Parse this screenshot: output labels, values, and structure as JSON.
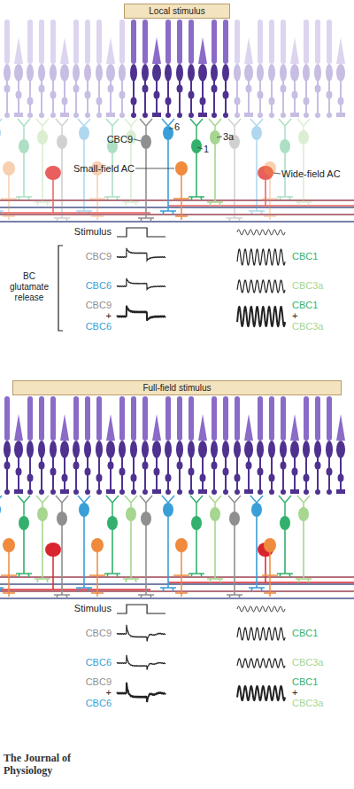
{
  "diagram": {
    "nodes": [
      {
        "text": [
          "Local stimulus"
        ]
      },
      {
        "text": [
          "Full-field stimulus"
        ]
      }
    ],
    "labels": [
      "CBC9",
      "6",
      "1",
      "3a",
      "Small-field AC",
      "Wide-field AC",
      "Stimulus",
      "CBC9",
      "CBC1",
      "CBC6",
      "CBC3a",
      "BC glutamate release",
      "CBC9",
      "+",
      "CBC6",
      "CBC1",
      "+",
      "CBC3a",
      "Stimulus",
      "CBC9",
      "CBC1",
      "CBC6",
      "CBC3a",
      "CBC9",
      "+",
      "CBC6",
      "CBC1",
      "+",
      "CBC3a",
      "The Journal of Physiology"
    ]
  }
}
